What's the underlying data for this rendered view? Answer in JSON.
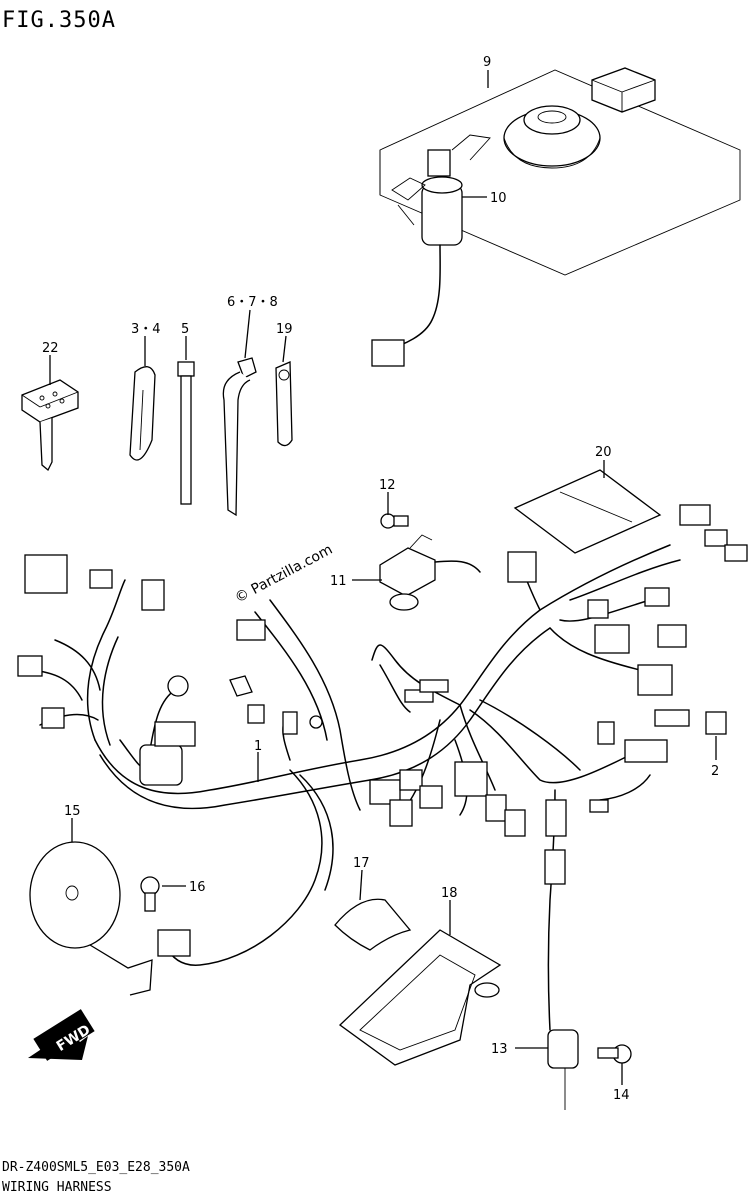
{
  "figure": {
    "title": "FIG.350A",
    "model_code": "DR-Z400SML5_E03_E28_350A",
    "section_name": "WIRING HARNESS",
    "watermark": "© Partzilla.com",
    "direction_badge": "FWD"
  },
  "callouts": [
    {
      "id": "c1",
      "text": "1"
    },
    {
      "id": "c2",
      "text": "2"
    },
    {
      "id": "c34",
      "text": "3・4"
    },
    {
      "id": "c5",
      "text": "5"
    },
    {
      "id": "c678",
      "text": "6・7・8"
    },
    {
      "id": "c9",
      "text": "9"
    },
    {
      "id": "c10",
      "text": "10"
    },
    {
      "id": "c11",
      "text": "11"
    },
    {
      "id": "c12",
      "text": "12"
    },
    {
      "id": "c13",
      "text": "13"
    },
    {
      "id": "c14",
      "text": "14"
    },
    {
      "id": "c15",
      "text": "15"
    },
    {
      "id": "c16",
      "text": "16"
    },
    {
      "id": "c17",
      "text": "17"
    },
    {
      "id": "c18",
      "text": "18"
    },
    {
      "id": "c19",
      "text": "19"
    },
    {
      "id": "c20",
      "text": "20"
    },
    {
      "id": "c22",
      "text": "22"
    }
  ]
}
